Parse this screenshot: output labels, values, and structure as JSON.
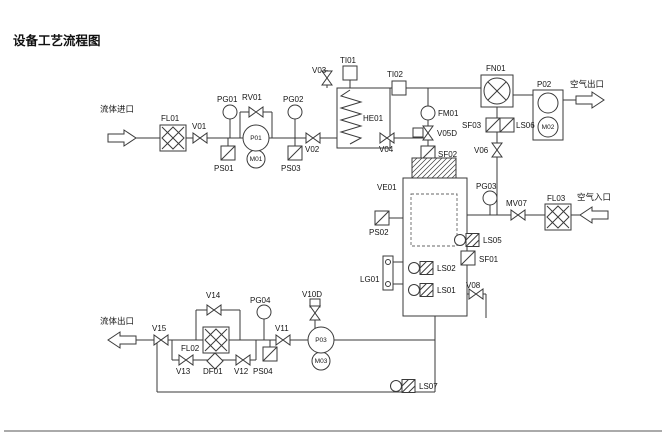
{
  "title": "设备工艺流程图",
  "colors": {
    "line": "#3a3a3a",
    "text": "#151515",
    "background": "#ffffff"
  },
  "ports": {
    "fluid_inlet": "流体进口",
    "fluid_outlet": "流体出口",
    "air_outlet": "空气出口",
    "air_inlet": "空气入口"
  },
  "labels": {
    "fl01": "FL01",
    "v01": "V01",
    "pg01": "PG01",
    "rv01": "RV01",
    "p01": "P01",
    "m01": "M01",
    "ps01": "PS01",
    "ps03": "PS03",
    "pg02": "PG02",
    "v02": "V02",
    "v03": "V03",
    "ti01": "TI01",
    "ti02": "TI02",
    "he01": "HE01",
    "v04": "V04",
    "fm01": "FM01",
    "v05d": "V05D",
    "sf02": "SF02",
    "fn01": "FN01",
    "sf03": "SF03",
    "ls06": "LS06",
    "p02": "P02",
    "m02": "M02",
    "v06": "V06",
    "ve01": "VE01",
    "pg03": "PG03",
    "mv07": "MV07",
    "fl03": "FL03",
    "ps02": "PS02",
    "ls05": "LS05",
    "sf01": "SF01",
    "lg01": "LG01",
    "ls02": "LS02",
    "ls01": "LS01",
    "v08": "V08",
    "v14": "V14",
    "pg04": "PG04",
    "v10d": "V10D",
    "v11": "V11",
    "v15": "V15",
    "fl02": "FL02",
    "v13": "V13",
    "df01": "DF01",
    "v12": "V12",
    "ps04": "PS04",
    "p03": "P03",
    "m03": "M03",
    "ls07": "LS07"
  }
}
